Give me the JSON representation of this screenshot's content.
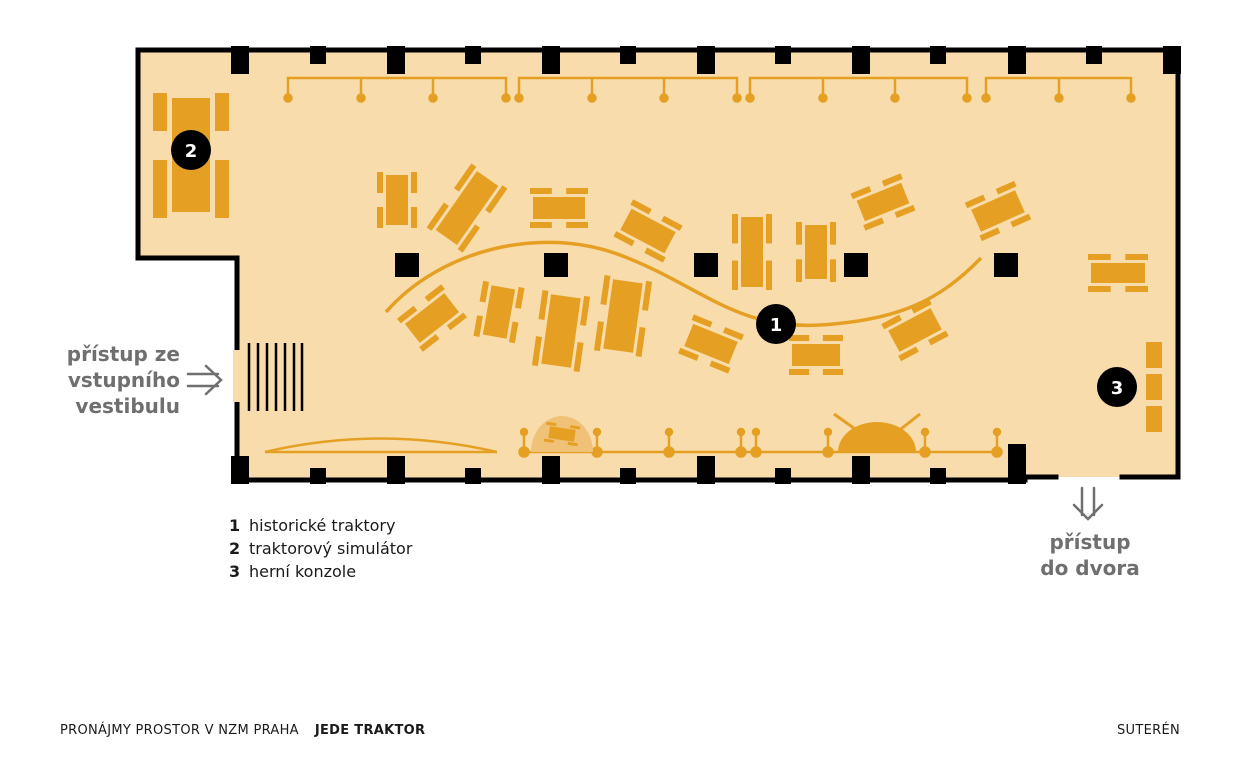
{
  "colors": {
    "floor": "#f8dcab",
    "exhibit": "#e5a024",
    "wall": "#000000",
    "label_gray": "#6f6f6f",
    "marker": "#000000"
  },
  "markers": [
    {
      "id": "1",
      "label": "1"
    },
    {
      "id": "2",
      "label": "2"
    },
    {
      "id": "3",
      "label": "3"
    }
  ],
  "entrances": {
    "vestibule": {
      "lines": [
        "přístup ze",
        "vstupního",
        "vestibulu"
      ],
      "icon": "arrow-right-icon"
    },
    "courtyard": {
      "lines": [
        "přístup",
        "do dvora"
      ],
      "icon": "arrow-down-icon"
    }
  },
  "legend": [
    {
      "num": "1",
      "text": "historické traktory"
    },
    {
      "num": "2",
      "text": "traktorový simulátor"
    },
    {
      "num": "3",
      "text": "herní konzole"
    }
  ],
  "footer": {
    "left": "PRONÁJMY PROSTOR V NZM PRAHA",
    "left_strong": "JEDE TRAKTOR",
    "right": "SUTERÉN"
  }
}
